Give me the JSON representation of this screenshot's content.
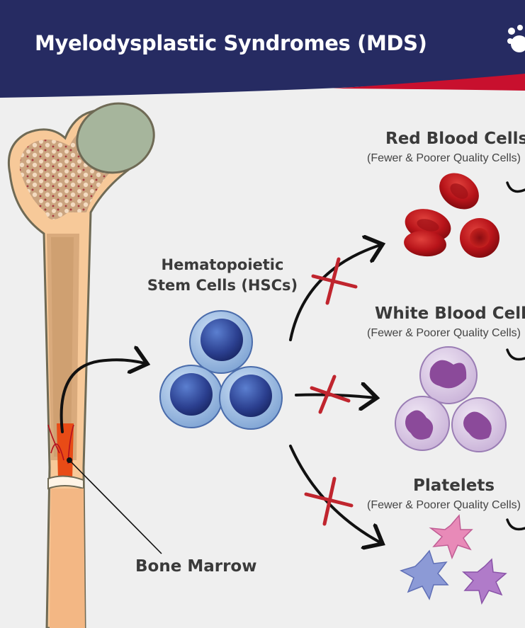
{
  "header": {
    "title": "Myelodysplastic Syndromes (MDS)",
    "background_color": "#262b62",
    "accent_color": "#c8102e"
  },
  "diagram": {
    "bone_label": "Bone Marrow",
    "stem_cells": {
      "line1": "Hematopoietic",
      "line2": "Stem Cells (HSCs)"
    },
    "outputs": [
      {
        "name": "Red Blood Cells",
        "note": "(Fewer & Poorer Quality Cells)"
      },
      {
        "name": "White Blood Cells",
        "note": "(Fewer & Poorer Quality Cells)"
      },
      {
        "name": "Platelets",
        "note": "(Fewer & Poorer Quality Cells)"
      }
    ],
    "blocked_marker_color": "#c0252e"
  }
}
